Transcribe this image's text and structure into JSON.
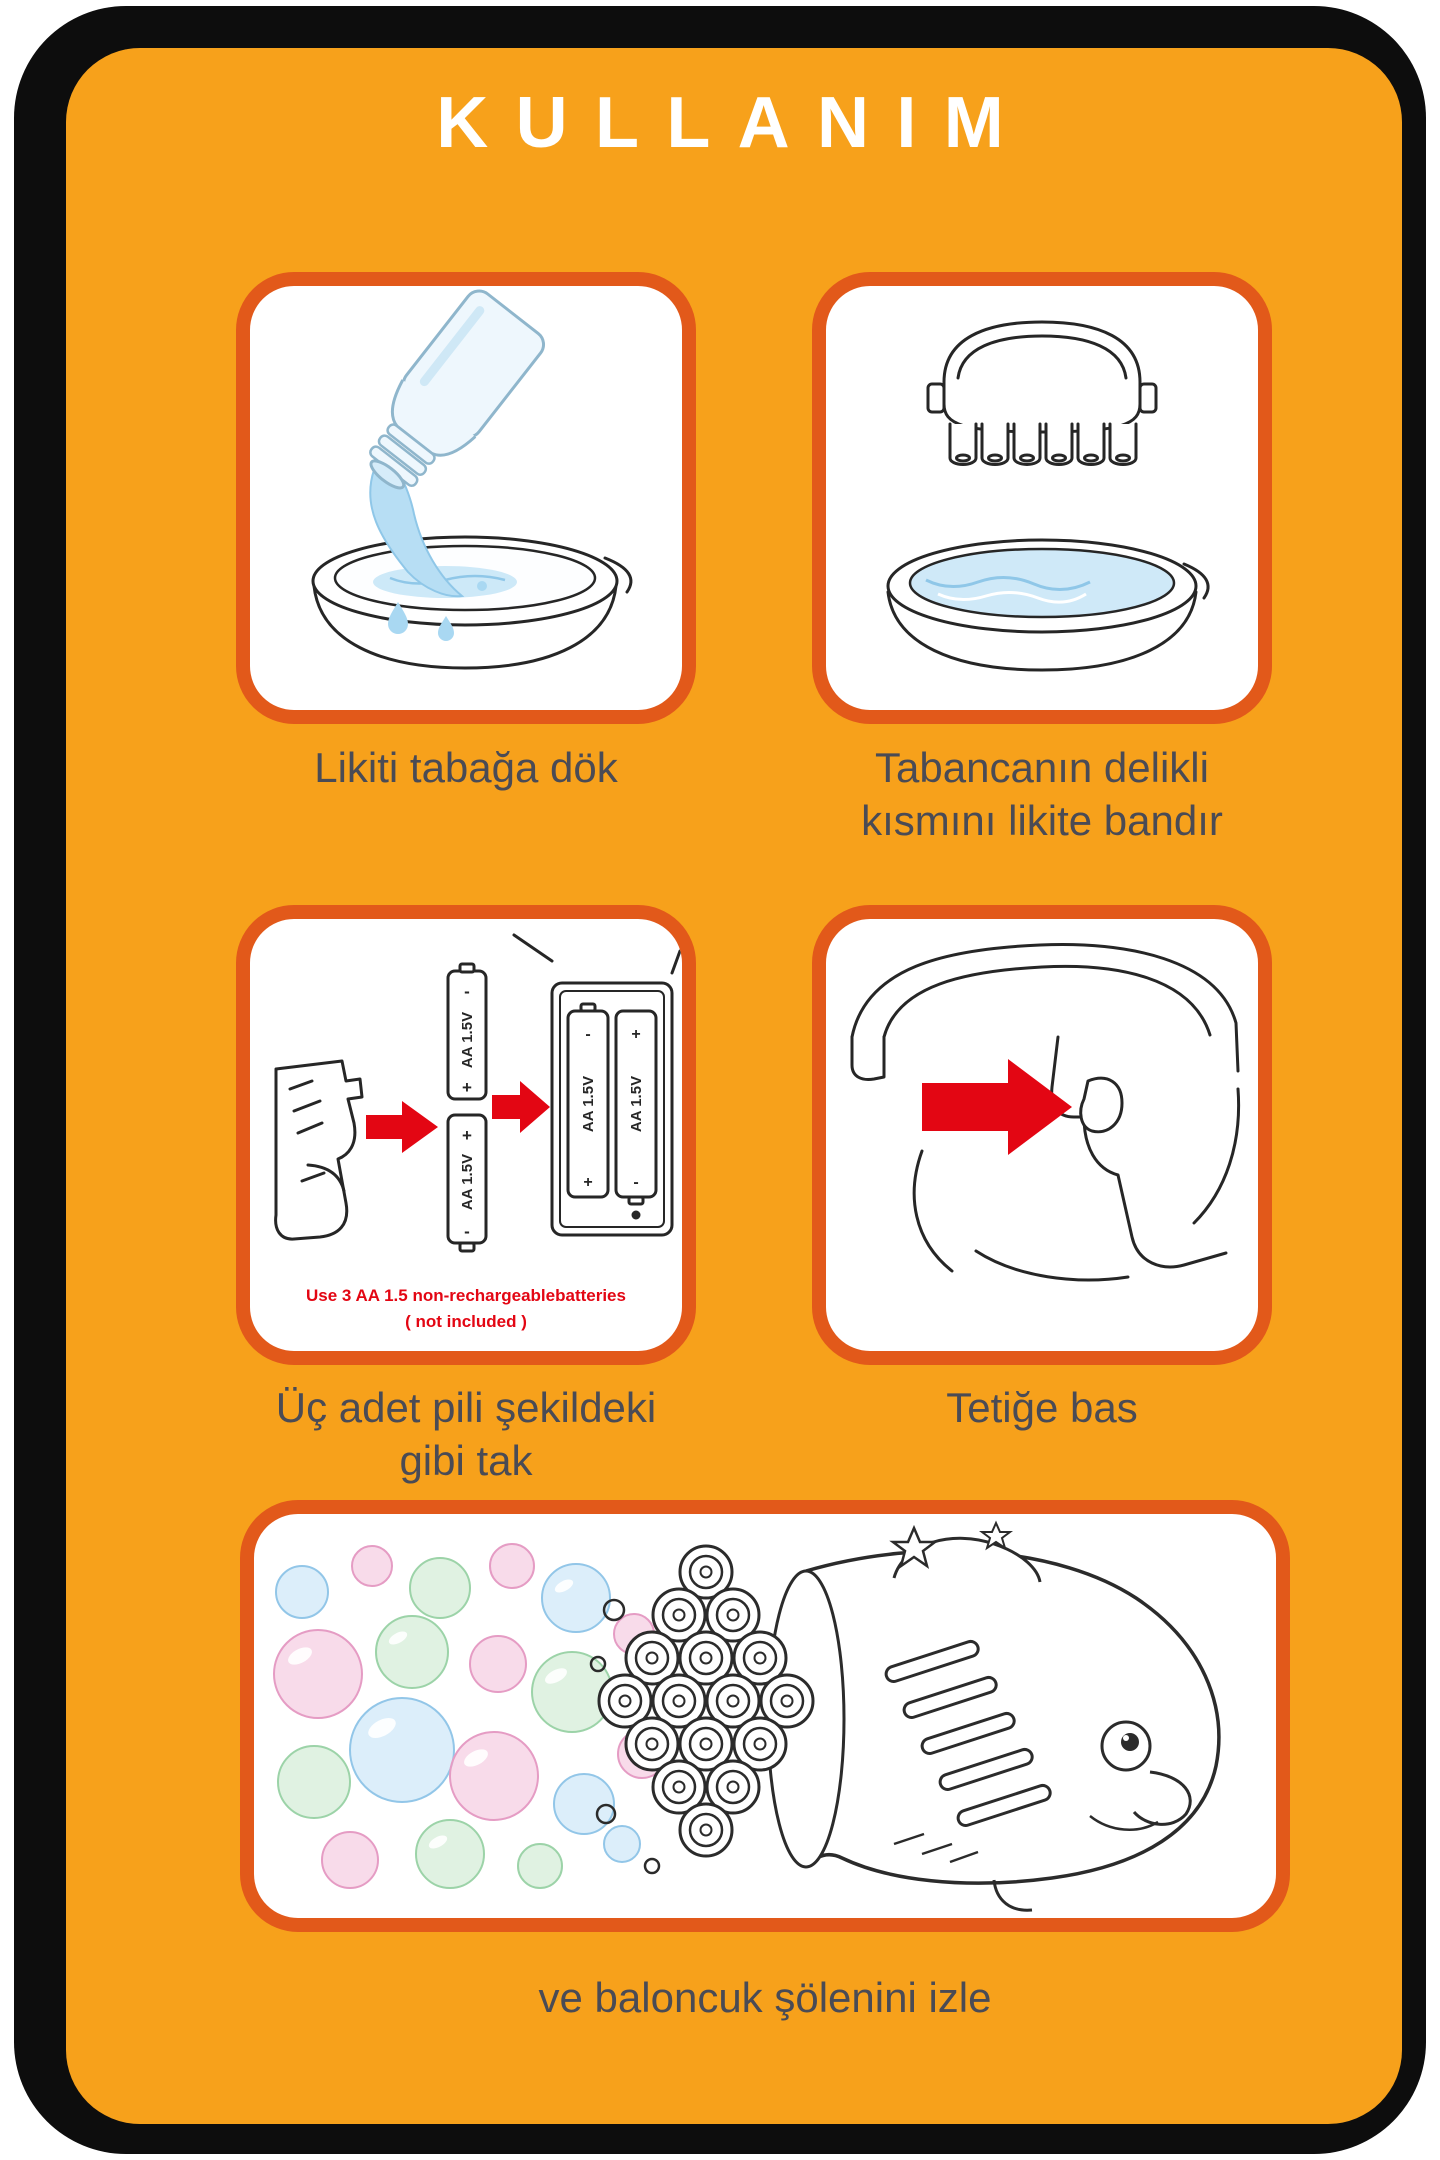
{
  "title": "KULLANIM",
  "colors": {
    "frame_black": "#0d0d0d",
    "card_orange": "#f7a11b",
    "panel_border": "#e2591a",
    "caption_text": "#4a4b55",
    "accent_red": "#e30613",
    "liquid_blue": "#c6e6f7",
    "bubble_pink": "#f4c3dc",
    "bubble_green": "#cbeacf",
    "bubble_blue": "#c4e3f6"
  },
  "steps": {
    "step1": {
      "caption": "Likiti tabağa dök"
    },
    "step2": {
      "caption_line1": "Tabancanın delikli",
      "caption_line2": "kısmını likite bandır"
    },
    "step3": {
      "caption_line1": "Üç adet pili şekildeki",
      "caption_line2": "gibi tak",
      "battery_label": "AA 1.5V",
      "plus_sign": "+",
      "minus_sign": "-",
      "note_line1": "Use 3 AA 1.5 non-rechargeablebatteries",
      "note_line2": "( not included )"
    },
    "step4": {
      "caption": "Tetiğe bas"
    },
    "step5": {
      "caption": "ve baloncuk şölenini izle"
    }
  }
}
